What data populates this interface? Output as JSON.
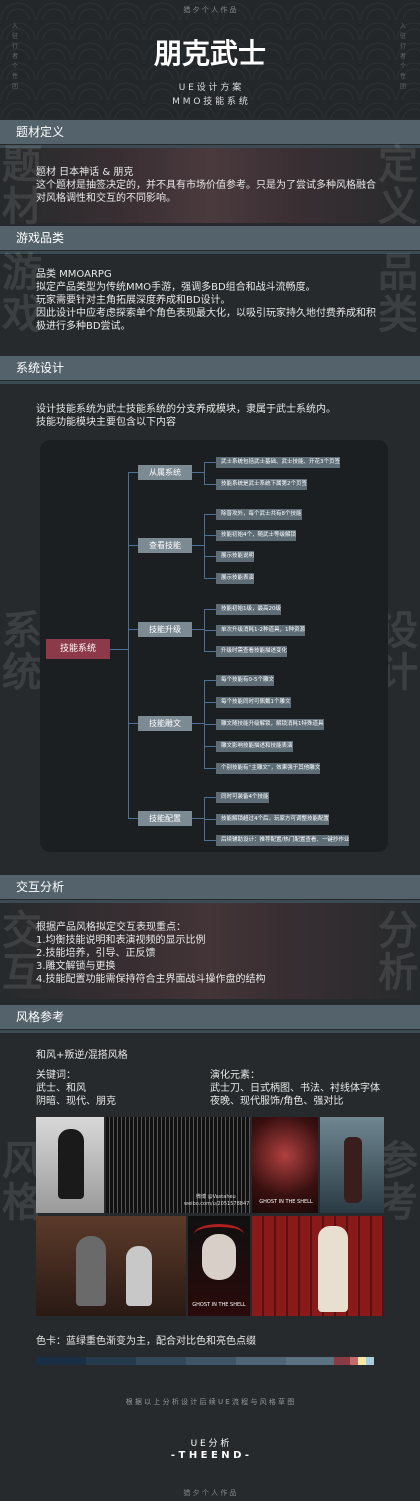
{
  "header": {
    "tagline_top": "猎 夕 个 人 作 品",
    "title": "朋克武士",
    "subtitle_1": "U E 设 计 方 案",
    "subtitle_2": "M M O 技 能 系 统",
    "side_text": "入 驻 行 者 个 性 团"
  },
  "sections": {
    "theme": {
      "heading": "题材定义",
      "line1": "题材 日本神话 & 朋克",
      "line2": "这个题材是抽签决定的，并不具有市场价值参考。只是为了尝试多种风格融合对风格调性和交互的不同影响。",
      "bg_left": "题材",
      "bg_right": "定义"
    },
    "genre": {
      "heading": "游戏品类",
      "line1": "品类 MMOARPG",
      "line2": "拟定产品类型为传统MMO手游，强调多BD组合和战斗流畅度。",
      "line3": "玩家需要针对主角拓展深度养成和BD设计。",
      "line4": "因此设计中应考虑探索单个角色表现最大化，以吸引玩家持久地付费养成和积极进行多种BD尝试。",
      "bg_left": "游戏",
      "bg_right": "品类"
    },
    "system": {
      "heading": "系统设计",
      "line1": "设计技能系统为武士技能系统的分支养成模块，隶属于武士系统内。",
      "line2": "技能功能模块主要包含以下内容",
      "bg_left": "系统",
      "bg_right": "设计"
    },
    "interaction": {
      "heading": "交互分析",
      "line1": "根据产品风格拟定交互表现重点：",
      "items": [
        "1.均衡技能说明和表演视频的显示比例",
        "2.技能培养，引导、正反馈",
        "3.雕文解锁与更换",
        "4.技能配置功能需保持符合主界面战斗操作盘的结构"
      ],
      "bg_left": "交互",
      "bg_right": "分析"
    },
    "style": {
      "heading": "风格参考",
      "style_line": "和风+叛逆/混搭风格",
      "kw_title": "关键词：",
      "kw_1": "武士、和风",
      "kw_2": "阴暗、现代、朋克",
      "el_title": "演化元素：",
      "el_1": "武士刀、日式柄图、书法、衬线体字体",
      "el_2": "夜晚、现代服饰/角色、强对比",
      "palette_text": "色卡：蓝绿重色渐变为主，配合对比色和亮色点缀",
      "bg_left": "风格",
      "bg_right": "参考",
      "photo_caption_1": "GHOST IN THE SHELL",
      "photo_caption_2": "GHOST IN THE SHELL",
      "photo_caption_3": "微博 @Vastaheu",
      "photo_caption_4": "weibo.com/u/2051578847"
    }
  },
  "mindmap": {
    "root": "技能系统",
    "branches": [
      {
        "label": "从属系统",
        "leaves": [
          "武士系统包括武士基础、武士技能、开花3个页签",
          "技能系统是武士系统下属第2个页签"
        ]
      },
      {
        "label": "查看技能",
        "leaves": [
          "除普攻外，每个武士共有8个技能",
          "技能初始4个，随武士等级解锁",
          "展示技能说明",
          "展示技能表演"
        ]
      },
      {
        "label": "技能升级",
        "leaves": [
          "技能初始1级，最高20级",
          "单次升级消耗1-2种道具，1种资源",
          "升级时需查看技能描述变化"
        ]
      },
      {
        "label": "技能雕文",
        "leaves": [
          "每个技能有0-5个雕文",
          "每个技能同时可佩戴1个雕文",
          "雕文随技能升级解锁，解锁消耗1特殊道具",
          "雕文影响技能描述和技能表演",
          "个别技能有“主雕文”，效果强于其他雕文"
        ]
      },
      {
        "label": "技能配置",
        "leaves": [
          "同时可装备4个技能",
          "技能解锁超过4个后，玩家方可调整技能配置",
          "后续辅助设计：推荐配置/热门配置查看、一键抄作业"
        ]
      }
    ]
  },
  "palette": [
    "#1a2f45",
    "#253a4d",
    "#31475a",
    "#3e5568",
    "#4d6577",
    "#5a7282",
    "#8a3a42",
    "#c46a6a",
    "#f4e8a6",
    "#a9cde0"
  ],
  "footer": {
    "note": "根 据 以 上 分 析 设 计 后 续 U E 流 程 与 风 格 草 图",
    "ue_label": "U E 分 析",
    "the_end": "- T H E  E N D -",
    "tagline_bottom": "猎 夕 个 人 作 品"
  }
}
